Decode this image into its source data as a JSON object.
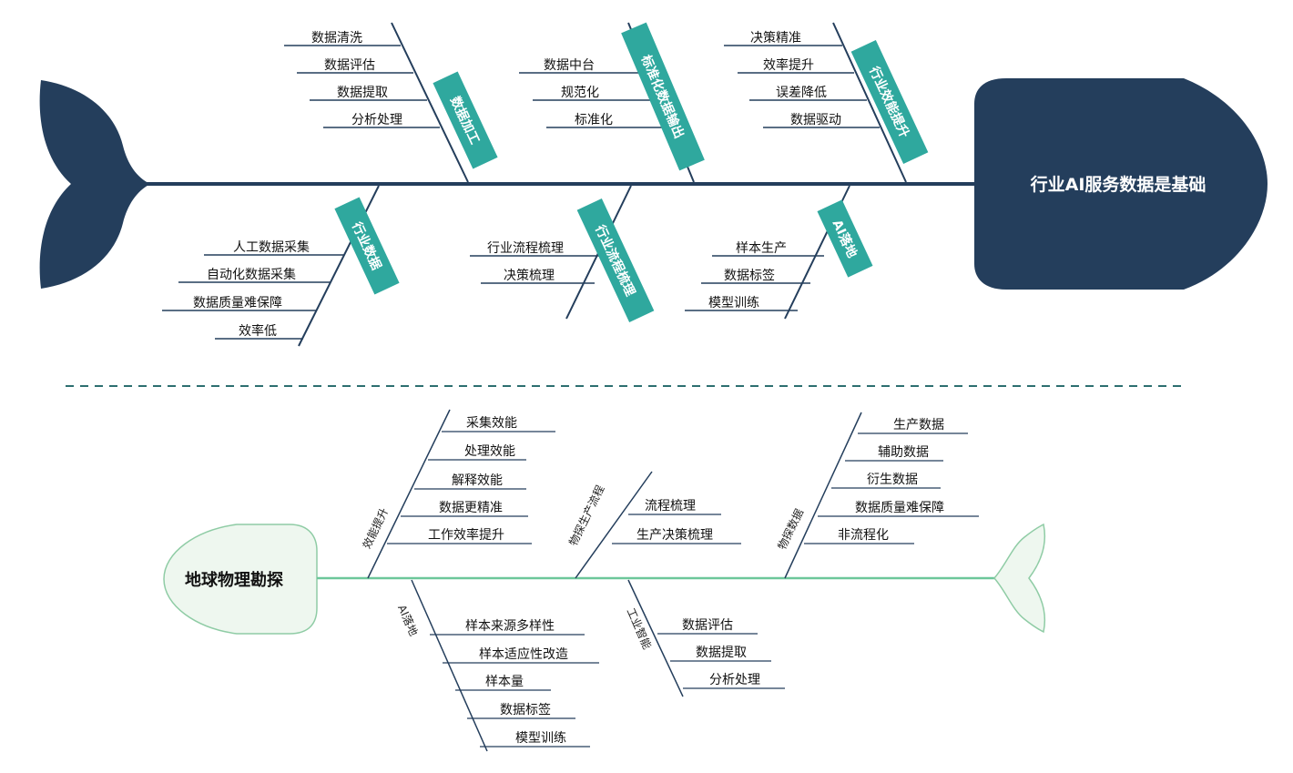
{
  "colors": {
    "navy": "#243e5c",
    "teal": "#2fa89e",
    "light_green": "#6cc79a",
    "pale_green": "#eef7ef",
    "green_outline": "#8fcca5",
    "dash": "#2d6f70"
  },
  "top": {
    "head_text": "行业AI服务数据是基础",
    "branches": [
      {
        "label": "数据加工",
        "items": [
          "数据清洗",
          "数据评估",
          "数据提取",
          "分析处理"
        ]
      },
      {
        "label": "标准化数据输出",
        "items": [
          "数据中台",
          "规范化",
          "标准化"
        ]
      },
      {
        "label": "行业效能提升",
        "items": [
          "决策精准",
          "效率提升",
          "误差降低",
          "数据驱动"
        ]
      },
      {
        "label": "行业数据",
        "items": [
          "人工数据采集",
          "自动化数据采集",
          "数据质量难保障",
          "效率低"
        ]
      },
      {
        "label": "行业流程梳理",
        "items": [
          "行业流程梳理",
          "决策梳理"
        ]
      },
      {
        "label": "AI落地",
        "items": [
          "样本生产",
          "数据标签",
          "模型训练"
        ]
      }
    ]
  },
  "bottom": {
    "head_text": "地球物理勘探",
    "branches": [
      {
        "label": "效能提升",
        "items": [
          "采集效能",
          "处理效能",
          "解释效能",
          "数据更精准",
          "工作效率提升"
        ]
      },
      {
        "label": "物探生产流程",
        "items": [
          "流程梳理",
          "生产决策梳理"
        ]
      },
      {
        "label": "物探数据",
        "items": [
          "生产数据",
          "辅助数据",
          "衍生数据",
          "数据质量难保障",
          "非流程化"
        ]
      },
      {
        "label": "AI落地",
        "items": [
          "样本来源多样性",
          "样本适应性改造",
          "样本量",
          "数据标签",
          "模型训练"
        ]
      },
      {
        "label": "工业智能",
        "items": [
          "数据评估",
          "数据提取",
          "分析处理"
        ]
      }
    ]
  }
}
